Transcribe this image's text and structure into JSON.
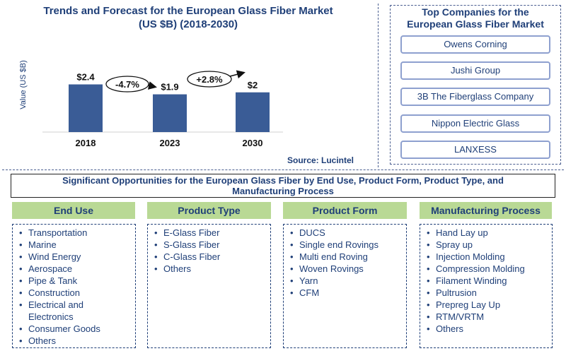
{
  "chart_data": {
    "type": "bar",
    "title": "Trends and Forecast for the European Glass Fiber Market (US $B) (2018-2030)",
    "title_lines": [
      "Trends and Forecast for the European Glass Fiber Market",
      "(US $B) (2018-2030)"
    ],
    "ylabel": "Value (US $B)",
    "categories": [
      "2018",
      "2023",
      "2030"
    ],
    "values": [
      2.4,
      1.9,
      2.0
    ],
    "data_labels": [
      "$2.4",
      "$1.9",
      "$2"
    ],
    "ylim": [
      0,
      3.2
    ],
    "growth_labels": [
      "-4.7%",
      "+2.8%"
    ],
    "source": "Source: Lucintel",
    "bar_color": "#3a5c96",
    "grid": false
  },
  "top_companies": {
    "title_lines": [
      "Top Companies for the",
      "European Glass Fiber Market"
    ],
    "items": [
      "Owens Corning",
      "Jushi Group",
      "3B The Fiberglass Company",
      "Nippon Electric Glass",
      "LANXESS"
    ]
  },
  "opportunities": {
    "title_lines": [
      "Significant Opportunities for the European Glass Fiber by  End Use, Product Form, Product Type,  and",
      "Manufacturing Process"
    ],
    "head_color": "#b9d995",
    "columns": [
      {
        "title": "End Use",
        "items": [
          "Transportation",
          "Marine",
          "Wind Energy",
          "Aerospace",
          "Pipe & Tank",
          "Construction",
          "Electrical and Electronics",
          "Consumer Goods",
          "Others"
        ]
      },
      {
        "title": "Product Type",
        "items": [
          "E-Glass Fiber",
          "S-Glass Fiber",
          "C-Glass Fiber",
          "Others"
        ]
      },
      {
        "title": "Product  Form",
        "items": [
          "DUCS",
          "Single end Rovings",
          "Multi end Roving",
          "Woven Rovings",
          "Yarn",
          "CFM"
        ]
      },
      {
        "title": "Manufacturing Process",
        "items": [
          "Hand Lay up",
          "Spray up",
          "Injection Molding",
          "Compression Molding",
          "Filament Winding",
          "Pultrusion",
          "Prepreg Lay Up",
          "RTM/VRTM",
          "Others"
        ]
      }
    ]
  }
}
